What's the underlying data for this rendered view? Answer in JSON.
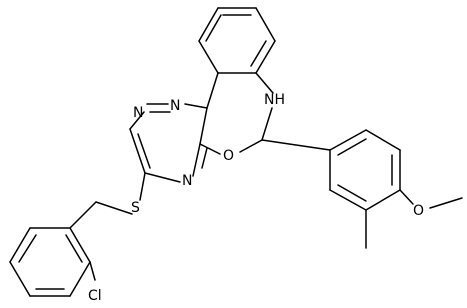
{
  "atoms": {
    "N_triazine_1": "N",
    "N_triazine_2": "N",
    "N_triazine_3": "N",
    "O_ring": "O",
    "NH": "NH",
    "S": "S",
    "Cl": "Cl",
    "O_methoxy": "O"
  }
}
